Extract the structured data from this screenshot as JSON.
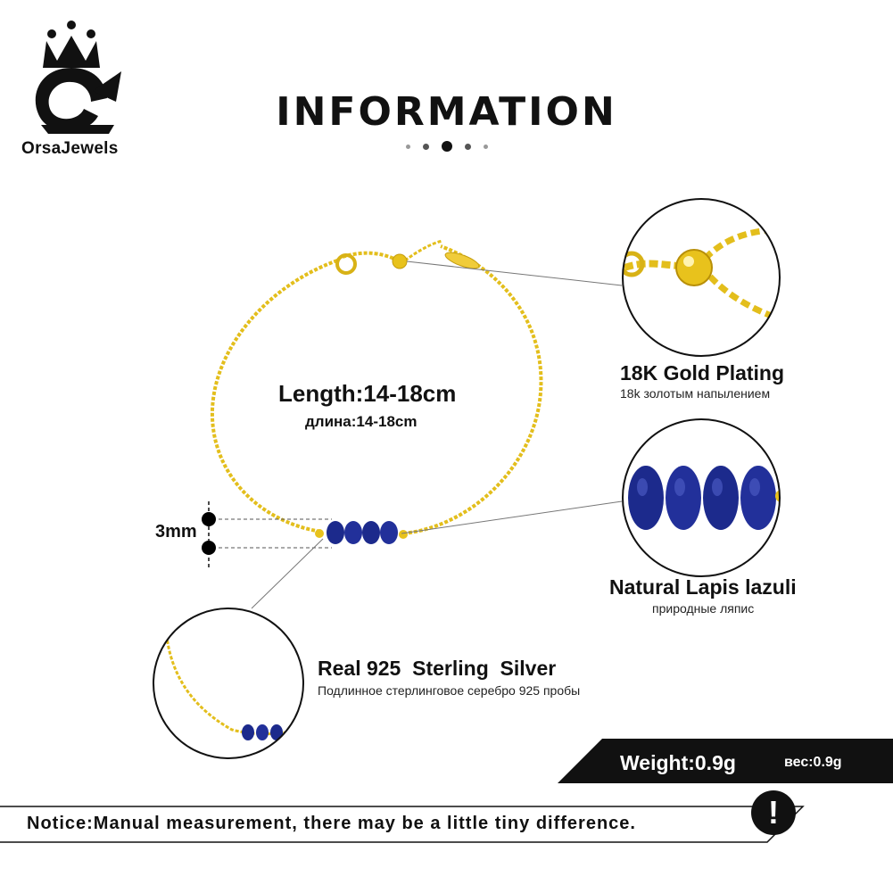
{
  "brand": {
    "name": "OrsaJewels"
  },
  "header": {
    "title": "INFORMATION"
  },
  "length": {
    "main": "Length:14-18cm",
    "sub": "длина:14-18cm"
  },
  "bead_size": {
    "label": "3mm"
  },
  "features": {
    "gold": {
      "main": "18K Gold Plating",
      "sub": "18k золотым напылением"
    },
    "lapis": {
      "main": "Natural Lapis lazuli",
      "sub": "природные ляпис"
    },
    "silver": {
      "main": "Real 925  Sterling  Silver",
      "sub": "Подлинное стерлинговое серебро 925 пробы"
    }
  },
  "weight": {
    "main": "Weight:0.9g",
    "sub": "вес:0.9g"
  },
  "notice": {
    "text": "Notice:Manual measurement, there may be a little tiny difference.",
    "icon": "exclamation-icon",
    "icon_glyph": "!"
  },
  "colors": {
    "gold": "#e8c21c",
    "lapis": "#1c2a8c",
    "bar": "#111111"
  }
}
